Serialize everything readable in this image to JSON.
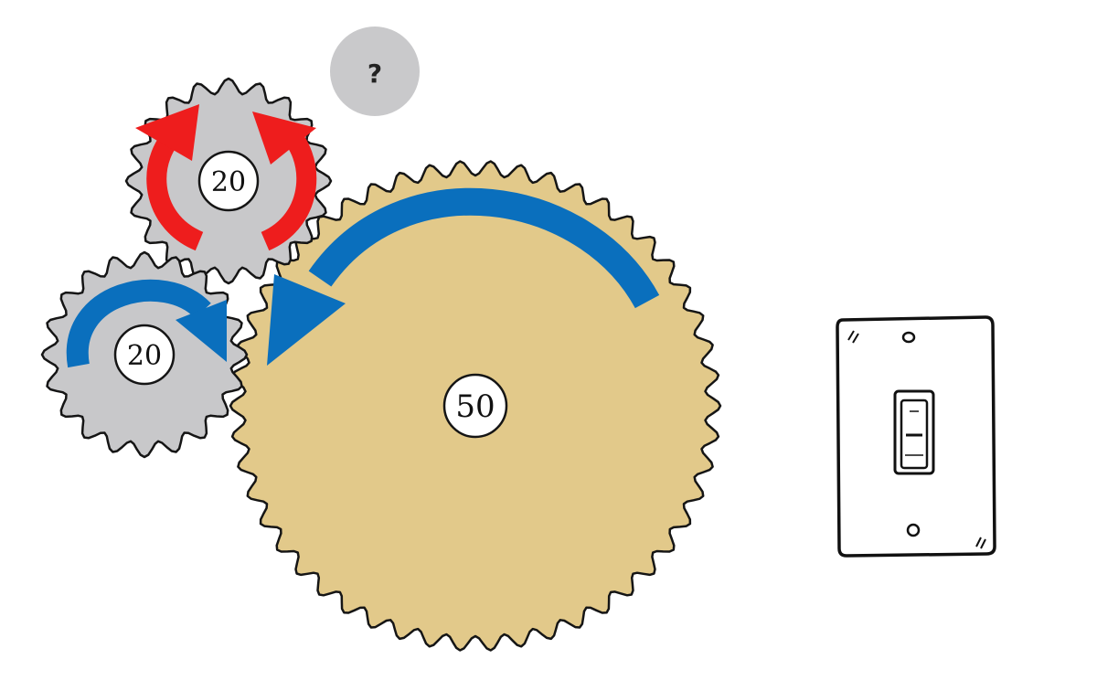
{
  "help_button": {
    "label": "?"
  },
  "gears": [
    {
      "name": "gear-top-small",
      "teeth": "20",
      "color": "#c8c8ca",
      "rotation": "both-directions"
    },
    {
      "name": "gear-left-small",
      "teeth": "20",
      "color": "#c8c8ca",
      "rotation": "clockwise"
    },
    {
      "name": "gear-large",
      "teeth": "50",
      "color": "#e2c98a",
      "rotation": "counterclockwise"
    }
  ],
  "arrows": {
    "question_arrow_color": "#ee1d1d",
    "rotation_arrow_color": "#0a6fbd"
  },
  "light_switch": {
    "icon": "light-switch-icon",
    "state": "off"
  }
}
